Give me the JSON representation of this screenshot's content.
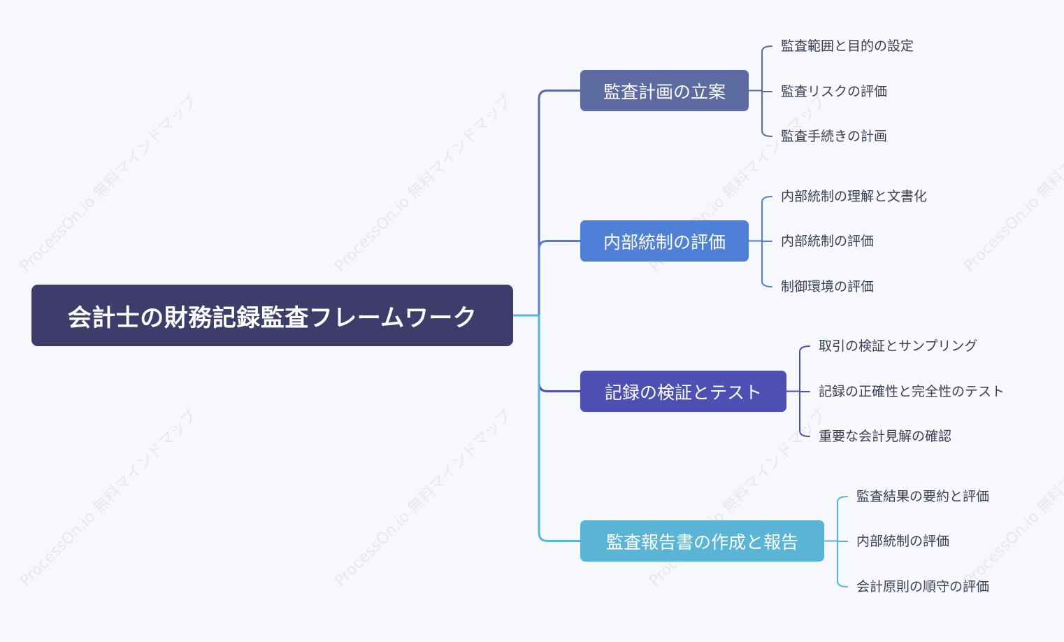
{
  "watermark_text": "ProcessOn.io 無料マインドマップ",
  "root": {
    "label": "会計士の財務記録監査フレームワーク",
    "color": "#3e3c6b"
  },
  "branches": [
    {
      "label": "監査計画の立案",
      "color": "#5b6aa1",
      "children": [
        "監査範囲と目的の設定",
        "監査リスクの評価",
        "監査手続きの計画"
      ]
    },
    {
      "label": "内部統制の評価",
      "color": "#4f7fd6",
      "children": [
        "内部統制の理解と文書化",
        "内部統制の評価",
        "制御環境の評価"
      ]
    },
    {
      "label": "記録の検証とテスト",
      "color": "#4e4fb2",
      "children": [
        "取引の検証とサンプリング",
        "記録の正確性と完全性のテスト",
        "重要な会計見解の確認"
      ]
    },
    {
      "label": "監査報告書の作成と報告",
      "color": "#5ab4d6",
      "children": [
        "監査結果の要約と評価",
        "内部統制の評価",
        "会計原則の順守の評価"
      ]
    }
  ]
}
